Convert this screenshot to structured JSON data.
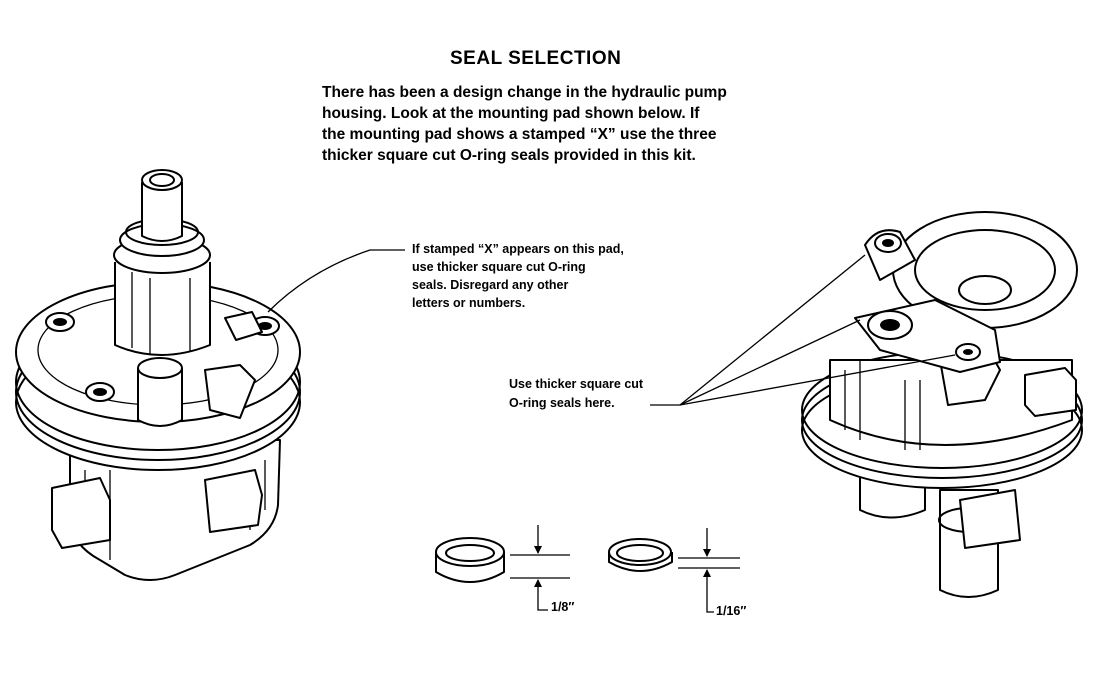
{
  "title": "SEAL SELECTION",
  "intro_lines": [
    "There has been a design change in the hydraulic pump",
    "housing. Look at the mounting pad shown below. If",
    "the mounting pad shows a stamped “X” use the three",
    "thicker square cut O-ring seals provided in this kit."
  ],
  "pad_callout_lines": [
    "If stamped “X” appears on this pad,",
    "use thicker square cut O-ring",
    "seals. Disregard any other",
    "letters or numbers."
  ],
  "seal_callout_lines": [
    "Use thicker square cut",
    "O-ring seals here."
  ],
  "seal_thick_dimension": "1/8″",
  "seal_thin_dimension": "1/16″"
}
